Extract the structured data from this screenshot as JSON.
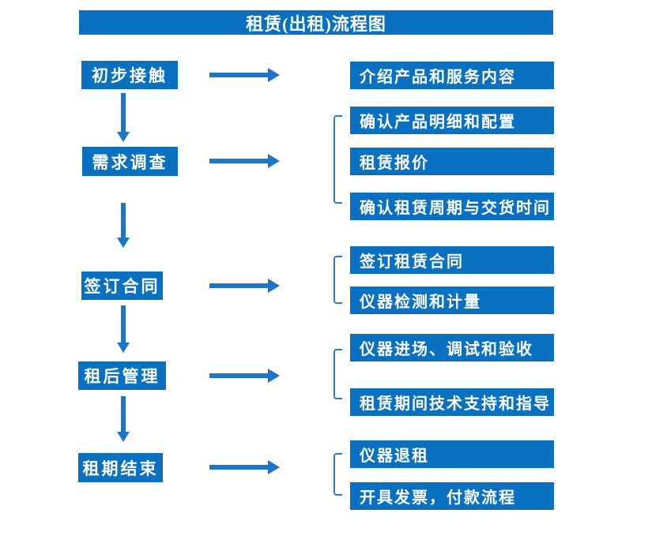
{
  "title": "租赁(出租)流程图",
  "colors": {
    "background": "#ffffff",
    "box_blue": "#0a70c0",
    "arrow_blue": "#1b75cc",
    "bracket_blue": "#2f7ac8",
    "text_color": "#ffffff"
  },
  "steps": [
    {
      "label": "初步接触",
      "details": [
        "介绍产品和服务内容"
      ]
    },
    {
      "label": "需求调查",
      "details": [
        "确认产品明细和配置",
        "租赁报价",
        "确认租赁周期与交货时间"
      ]
    },
    {
      "label": "签订合同",
      "details": [
        "签订租赁合同",
        "仪器检测和计量"
      ]
    },
    {
      "label": "租后管理",
      "details": [
        "仪器进场、调试和验收",
        "租赁期间技术支持和指导"
      ]
    },
    {
      "label": "租期结束",
      "details": [
        "仪器退租",
        "开具发票，付款流程"
      ]
    }
  ]
}
